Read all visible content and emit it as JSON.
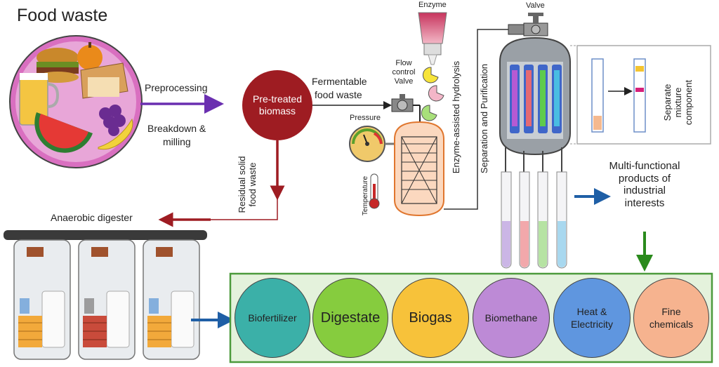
{
  "title": "Food waste",
  "labels": {
    "preprocessing": "Preprocessing",
    "breakdown_1": "Breakdown &",
    "breakdown_2": "milling",
    "pretreated_1": "Pre-treated",
    "pretreated_2": "biomass",
    "fermentable_1": "Fermentable",
    "fermentable_2": "food waste",
    "residual_1": "Residual solid",
    "residual_2": "food waste",
    "anaerobic": "Anaerobic digester",
    "enzyme": "Enzyme",
    "flow_1": "Flow",
    "flow_2": "control",
    "flow_3": "Valve",
    "valve": "Valve",
    "pressure": "Pressure",
    "temperature": "Temperature",
    "hydrolysis": "Enzyme-assisted hydrolysis",
    "separation": "Separation and Purification",
    "separate_1": "Separate",
    "separate_2": "mixture",
    "separate_3": "component",
    "multi_1": "Multi-functional",
    "multi_2": "products of",
    "multi_3": "industrial",
    "multi_4": "interests"
  },
  "products": [
    {
      "label": "Biofertilizer",
      "color": "#3bb0a8"
    },
    {
      "label": "Digestate",
      "color": "#86cc3e"
    },
    {
      "label": "Biogas",
      "color": "#f7c23a"
    },
    {
      "label": "Biomethane",
      "color": "#bd8ad6"
    },
    {
      "label": "Heat & Electricity",
      "color": "#5f96df"
    },
    {
      "label": "Fine chemicals",
      "color": "#f6b38f"
    }
  ],
  "colors": {
    "biomass": "#9e1c22",
    "arrow_purple": "#6a2fb0",
    "arrow_crimson": "#9e1c22",
    "arrow_blue": "#1f5fa6",
    "arrow_green": "#2a8a1c",
    "panel_bg": "#e4f2dc",
    "panel_border": "#4c9a3c"
  },
  "icons": [
    "food-plate-icon",
    "enzyme-flask-icon",
    "valve-icon",
    "pressure-gauge-icon",
    "thermometer-icon",
    "reactor-icon",
    "separation-column-icon",
    "test-tube-icon",
    "digester-tank-icon"
  ]
}
